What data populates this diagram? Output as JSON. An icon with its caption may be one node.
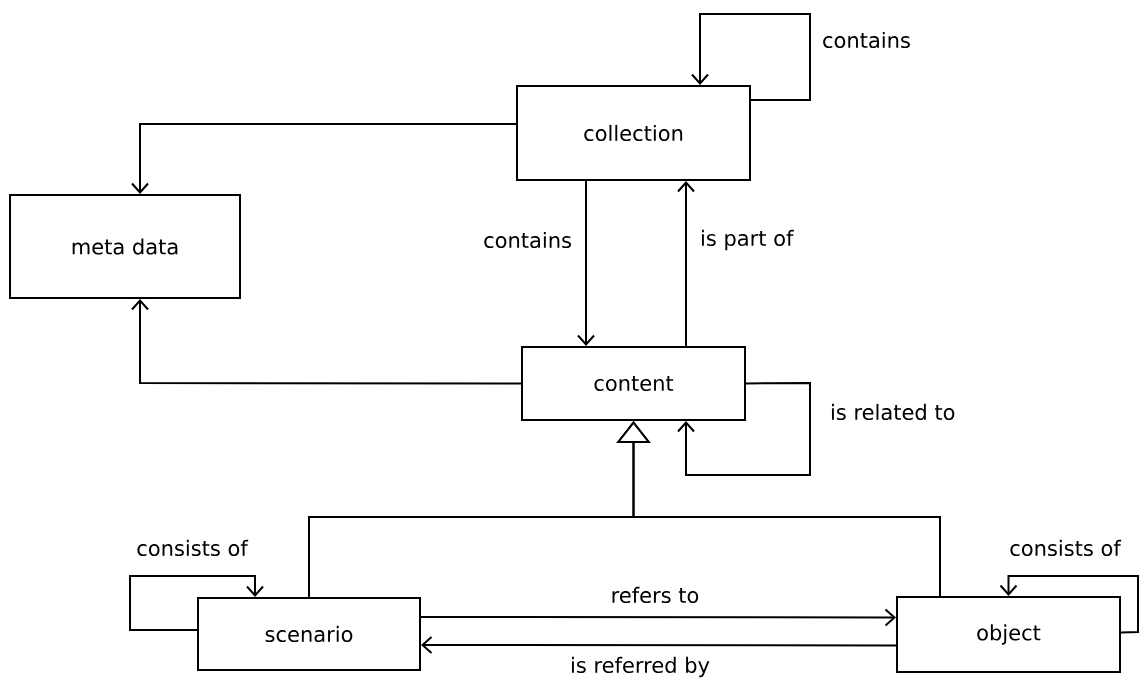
{
  "diagram": {
    "nodes": [
      {
        "text": [
          "collection"
        ]
      },
      {
        "text": [
          "meta data"
        ]
      },
      {
        "text": [
          "content"
        ]
      },
      {
        "text": [
          "scenario"
        ]
      },
      {
        "text": [
          "object"
        ]
      }
    ],
    "edges": [
      {
        "from": 0,
        "to": 0,
        "arrow": "to",
        "label": "contains"
      },
      {
        "from": 0,
        "to": 1,
        "arrow": "to"
      },
      {
        "from": 0,
        "to": 2,
        "arrow": "to",
        "label": "contains"
      },
      {
        "from": 2,
        "to": 0,
        "arrow": "to",
        "label": "is part of"
      },
      {
        "from": 2,
        "to": 1,
        "arrow": "to"
      },
      {
        "from": 2,
        "to": 2,
        "arrow": "to",
        "label": "is related to"
      },
      {
        "from": 3,
        "to": 2,
        "arrow": "to"
      },
      {
        "from": 4,
        "to": 2,
        "arrow": "to"
      },
      {
        "from": 3,
        "to": 3,
        "arrow": "to",
        "label": "consists of"
      },
      {
        "from": 4,
        "to": 4,
        "arrow": "to",
        "label": "consists of"
      },
      {
        "from": 3,
        "to": 4,
        "arrow": "to",
        "label": "refers to"
      },
      {
        "from": 4,
        "to": 3,
        "arrow": "to",
        "label": "is referred by"
      }
    ]
  }
}
